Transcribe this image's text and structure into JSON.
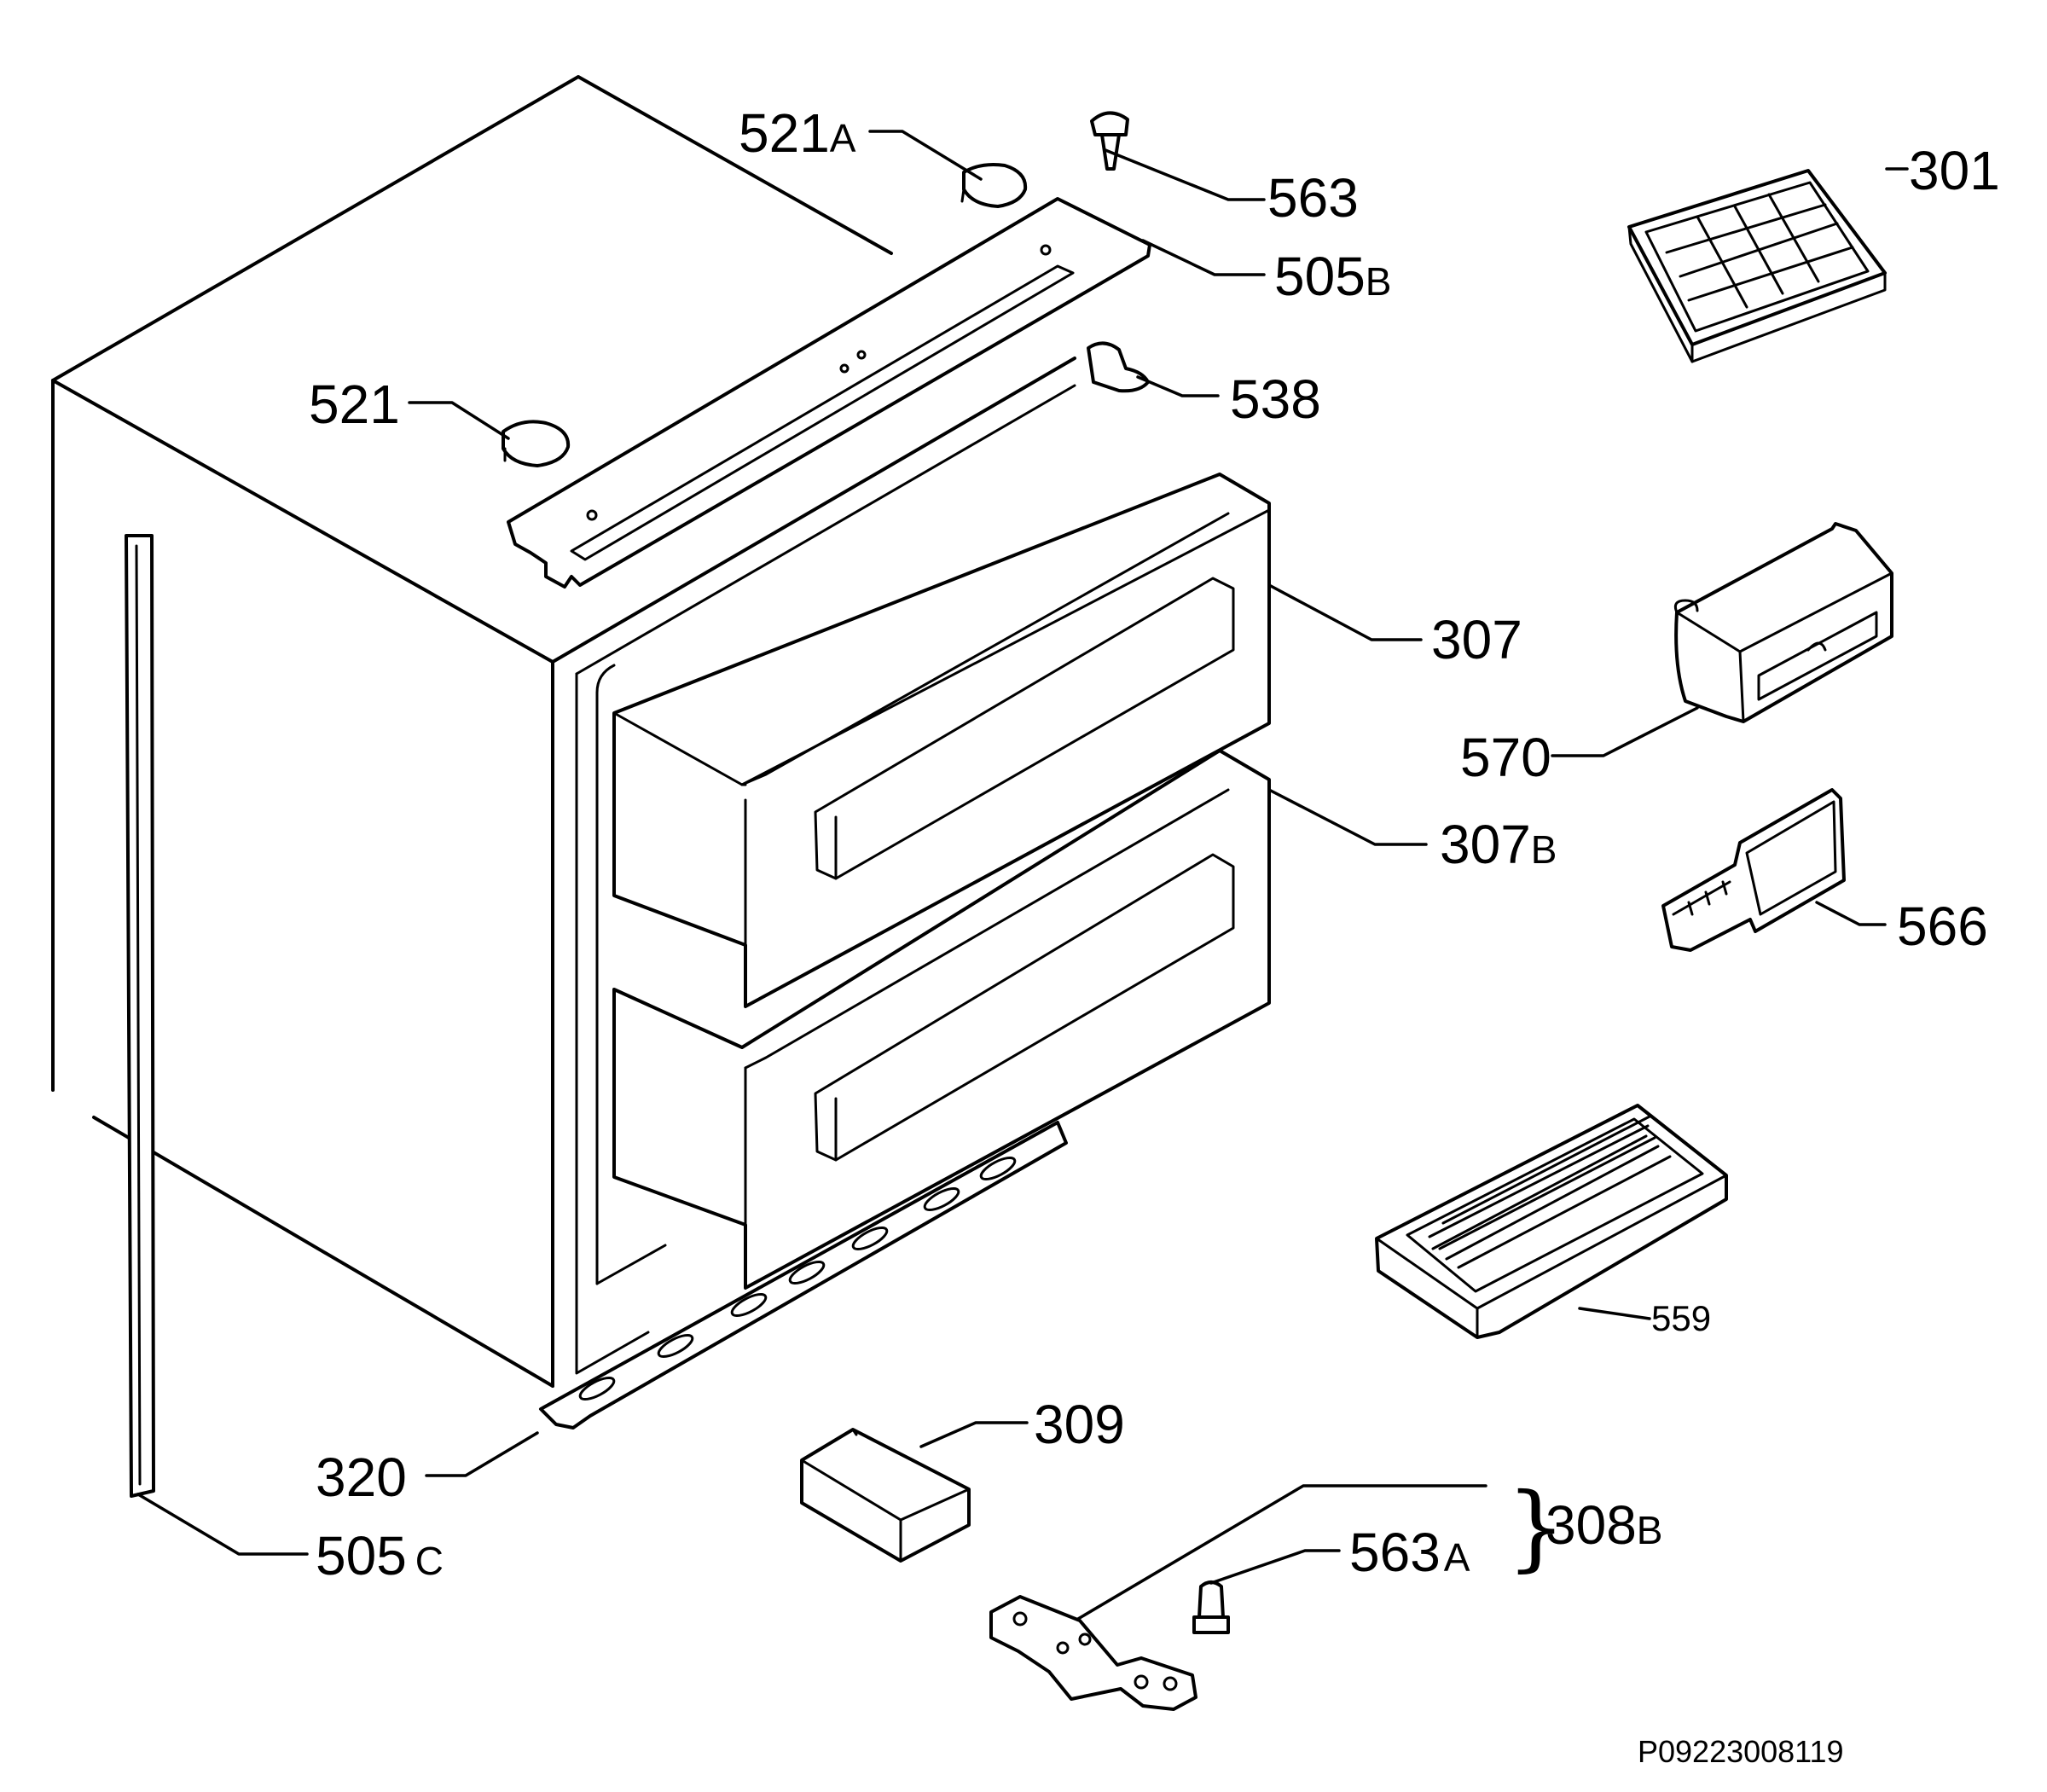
{
  "parts": {
    "p521a": {
      "num": "521",
      "suffix": "A"
    },
    "p563": {
      "num": "563",
      "suffix": ""
    },
    "p301": {
      "num": "301",
      "suffix": ""
    },
    "p505b": {
      "num": "505",
      "suffix": "B"
    },
    "p521": {
      "num": "521",
      "suffix": ""
    },
    "p538": {
      "num": "538",
      "suffix": ""
    },
    "p307": {
      "num": "307",
      "suffix": ""
    },
    "p570": {
      "num": "570",
      "suffix": ""
    },
    "p307b": {
      "num": "307",
      "suffix": "B"
    },
    "p566": {
      "num": "566",
      "suffix": ""
    },
    "p559": {
      "num": "559",
      "suffix": ""
    },
    "p309": {
      "num": "309",
      "suffix": ""
    },
    "p320": {
      "num": "320",
      "suffix": ""
    },
    "p505c": {
      "num": "505",
      "suffix": "C"
    },
    "p563a": {
      "num": "563",
      "suffix": "A"
    },
    "p308b": {
      "num": "308",
      "suffix": "B"
    }
  },
  "brace_symbol": "}",
  "drawing_code": "P09223008119"
}
